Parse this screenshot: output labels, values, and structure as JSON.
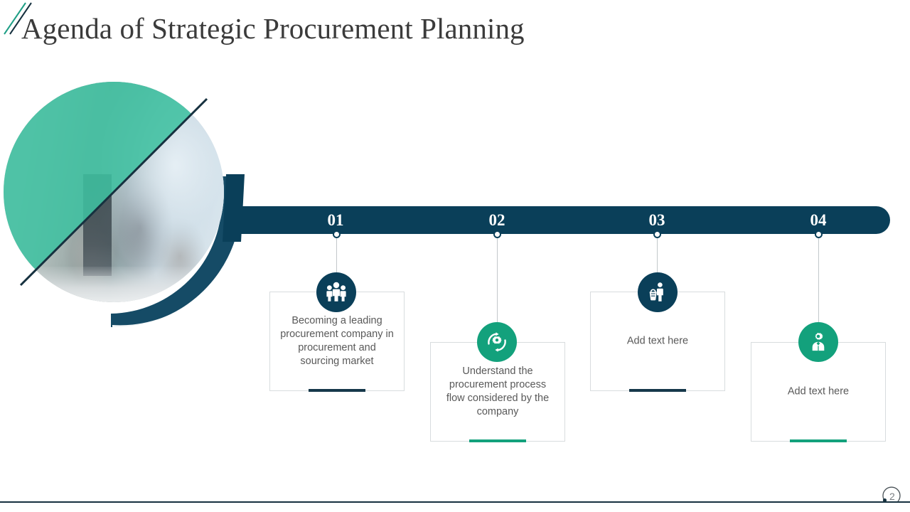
{
  "slide": {
    "title": "Agenda of Strategic Procurement Planning",
    "page_number": "2"
  },
  "colors": {
    "navy": "#0a3f59",
    "teal": "#13a17c",
    "teal_light": "#3fc0a0",
    "cream": "#f1eee9",
    "text_gray": "#595959",
    "title_gray": "#3b3b3b",
    "card_border": "#d8dcde",
    "connector": "#c3c8cb"
  },
  "hero_image": {
    "alt": "office-team-collaboration-photo",
    "name": "circular-team-photo"
  },
  "steps": [
    {
      "number": "01",
      "icon": "group-of-people-icon",
      "icon_color": "#0a3f59",
      "accent": "#16384a",
      "text": "Becoming a leading procurement company in procurement and sourcing market",
      "variant": "top"
    },
    {
      "number": "02",
      "icon": "gear-refresh-cycle-icon",
      "icon_color": "#13a17c",
      "accent": "#13a17c",
      "text": "Understand the procurement process flow considered by the company",
      "variant": "bottom"
    },
    {
      "number": "03",
      "icon": "shopper-with-basket-icon",
      "icon_color": "#0a3f59",
      "accent": "#16384a",
      "text": "Add text here",
      "variant": "top"
    },
    {
      "number": "04",
      "icon": "businessman-gear-icon",
      "icon_color": "#13a17c",
      "accent": "#13a17c",
      "text": "Add text here",
      "variant": "bottom"
    }
  ]
}
